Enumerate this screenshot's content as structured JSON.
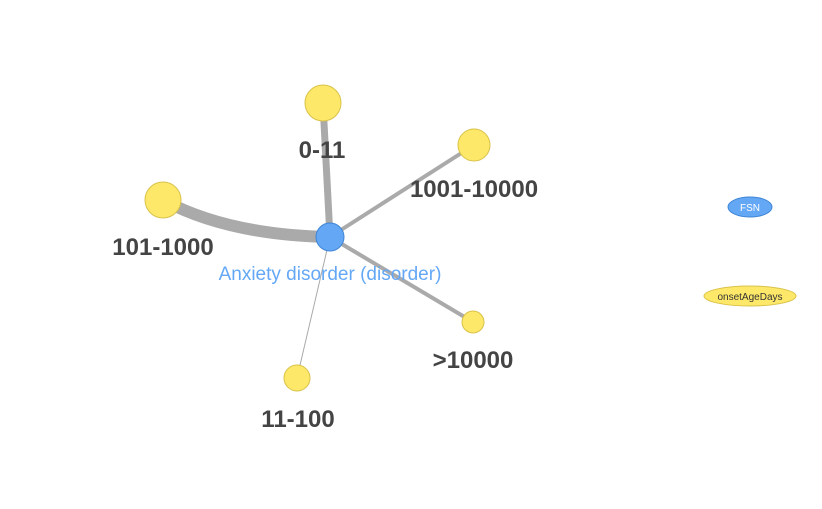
{
  "graph": {
    "center": {
      "label": "Anxiety disorder (disorder)",
      "color": "#64a8f5"
    },
    "leaves": [
      {
        "id": "0-11",
        "label": "0-11",
        "weight": 3
      },
      {
        "id": "1001-10000",
        "label": "1001-10000",
        "weight": 2
      },
      {
        "id": "101-1000",
        "label": "101-1000",
        "weight": 5
      },
      {
        "id": "10000plus",
        "label": ">10000",
        "weight": 2
      },
      {
        "id": "11-100",
        "label": "11-100",
        "weight": 1
      }
    ],
    "leaf_color": "#fde869",
    "edge_color": "#aaaaaa"
  },
  "legend": {
    "items": [
      {
        "label": "FSN",
        "color": "#64a8f5"
      },
      {
        "label": "onsetAgeDays",
        "color": "#fde869"
      }
    ]
  }
}
